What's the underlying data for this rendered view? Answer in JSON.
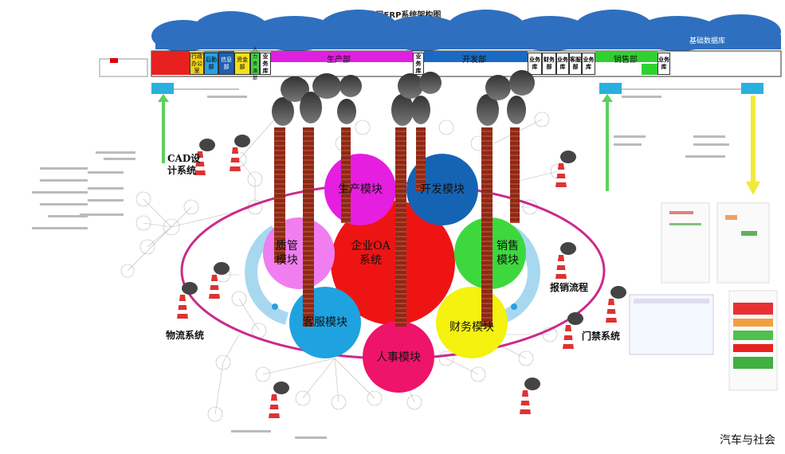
{
  "title": "某集团公司ERP系统架构图",
  "cloud_label": "基础数据库",
  "watermark": "汽车与社会",
  "modules": {
    "production": "生产模块",
    "development": "开发模块",
    "quality": "质管模块",
    "oa": "企业OA系统",
    "sales": "销售模块",
    "service": "客服模块",
    "finance": "财务模块",
    "hr": "人事模块"
  },
  "side_labels": {
    "cad": "CAD设计系统",
    "logistics": "物流系统",
    "reimbursement": "报销流程",
    "access": "门禁系统"
  },
  "depts": {
    "admin": "行政办公室",
    "prod_mgmt": "后勤部",
    "purchase": "信息部",
    "finance_dept": "资金部",
    "hr_dept": "人力资源部",
    "db1": "业务库",
    "production_dept": "生产部",
    "db2": "业务库",
    "dev_dept": "开发部",
    "db3": "业务库",
    "finance_dept2": "财务部",
    "db4": "业务库",
    "service_dept": "客服部",
    "db5": "业务库",
    "sales_dept": "销售部",
    "db6": "业务库"
  },
  "colors": {
    "production": "#e51ee0",
    "development": "#1564b4",
    "quality": "#f07ef0",
    "oa": "#ee1414",
    "sales": "#3dd83d",
    "service": "#1ea3e0",
    "finance": "#f4f20e",
    "hr": "#ee1469",
    "ring": "#cc2a8c",
    "cloud": "#2f6fc0"
  }
}
